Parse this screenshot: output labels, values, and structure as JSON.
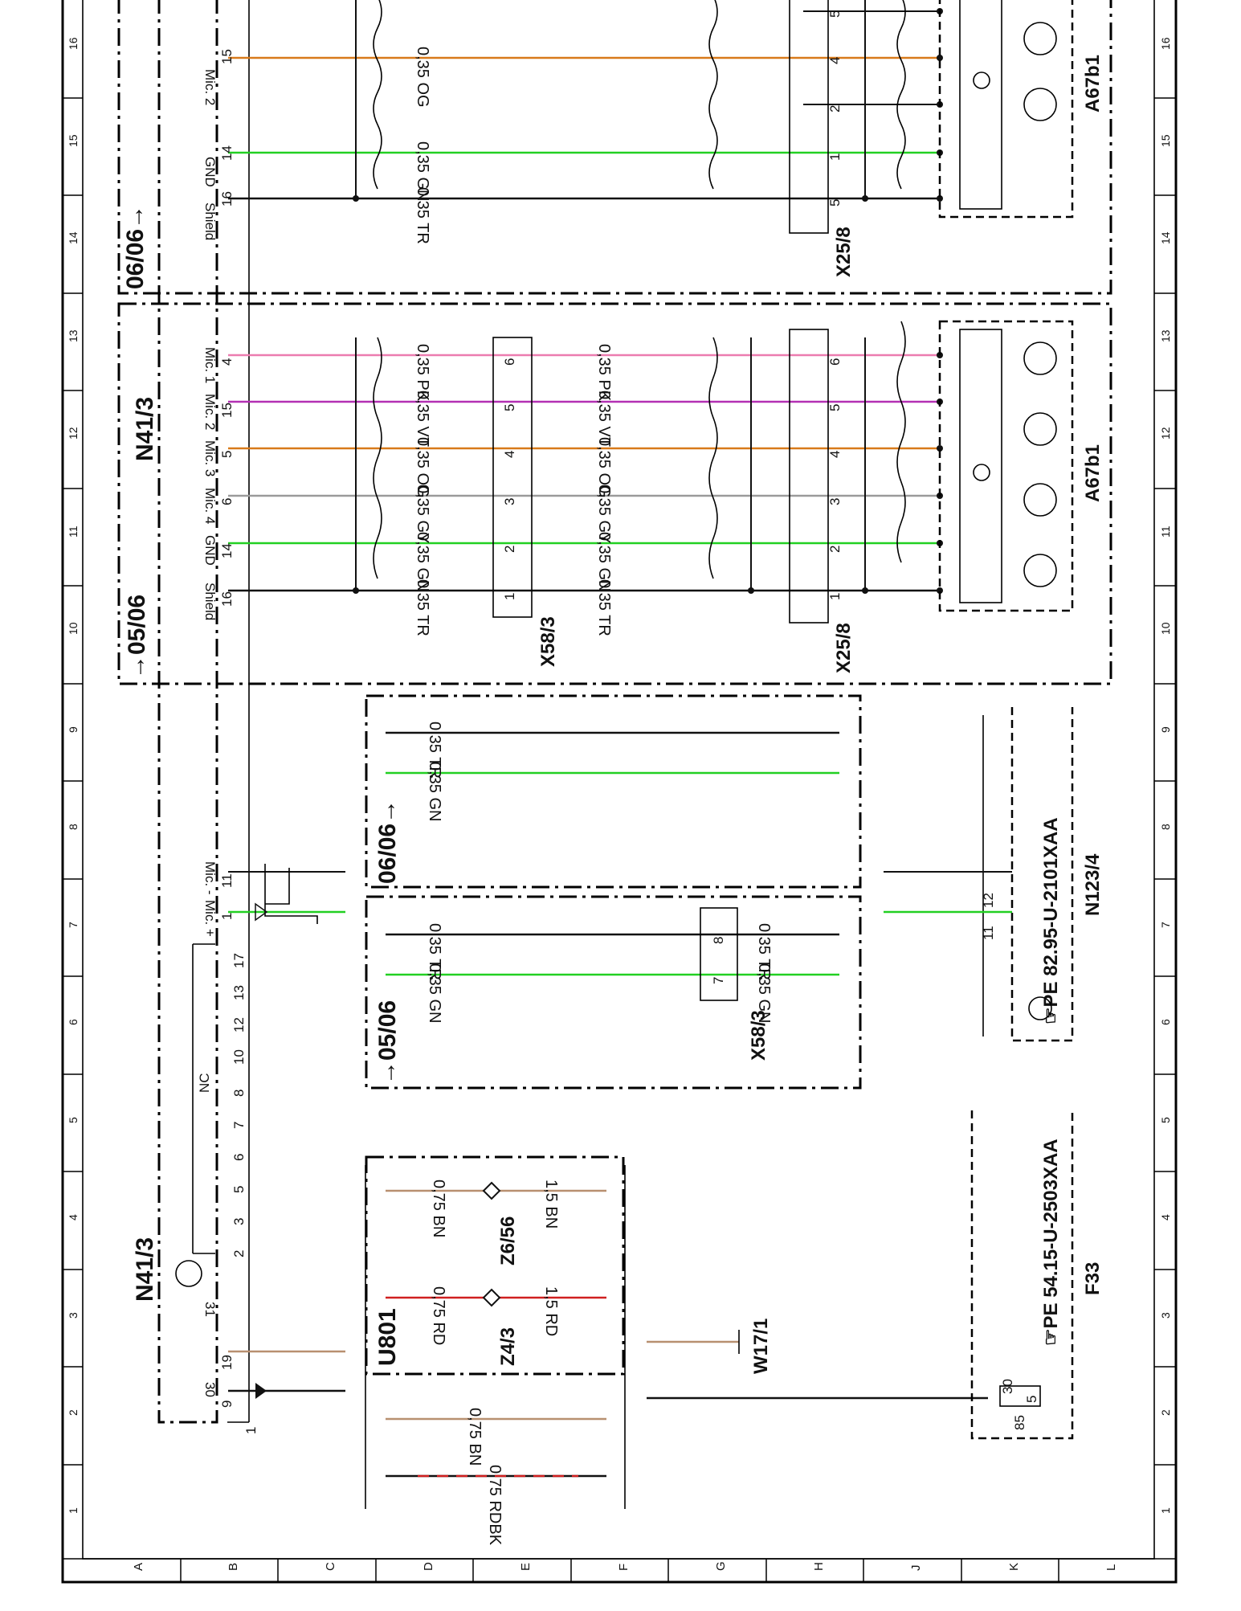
{
  "grid": {
    "rows": [
      "1",
      "2",
      "3",
      "4",
      "5",
      "6",
      "7",
      "8",
      "9",
      "10",
      "11",
      "12",
      "13",
      "14",
      "15",
      "16"
    ],
    "cols": [
      "A",
      "B",
      "C",
      "D",
      "E",
      "F",
      "G",
      "H",
      "J",
      "K",
      "L"
    ]
  },
  "sections": {
    "top_variant": "06/06→",
    "mid_variant": "→05/06"
  },
  "components": {
    "n41_3": "N41/3",
    "x25_8": "X25/8",
    "x58_3": "X58/3",
    "a67b1": "A67b1",
    "n123_4": "N123/4",
    "u801": "U801",
    "z6_56": "Z6/56",
    "z4_3": "Z4/3",
    "w17_1": "W17/1",
    "f33": "F33"
  },
  "n41_top": {
    "mic2_label": "Mic. 2",
    "gnd_label": "GND",
    "shield_label": "Shield",
    "mic2_pin": "15",
    "gnd_pin": "14",
    "shield_pin": "16",
    "mic2_wire": "0,35 OG",
    "gnd_wire": "0,35 GN",
    "shield_wire": "0,35 TR"
  },
  "x25_8_top": {
    "pins": [
      "4",
      "2",
      "1",
      "5",
      "5"
    ]
  },
  "n41_mid": {
    "rows": [
      {
        "label": "Mic. 1",
        "pin": "4",
        "wire": "0,35 PK",
        "x58": "6",
        "x25": "6"
      },
      {
        "label": "Mic. 2",
        "pin": "15",
        "wire": "0,35 VT",
        "x58": "5",
        "x25": "5"
      },
      {
        "label": "Mic. 3",
        "pin": "5",
        "wire": "0,35 OG",
        "x58": "4",
        "x25": "4"
      },
      {
        "label": "Mic. 4",
        "pin": "6",
        "wire": "0,35 GY",
        "x58": "3",
        "x25": "3"
      },
      {
        "label": "GND",
        "pin": "14",
        "wire": "0,35 GN",
        "x58": "2",
        "x25": "2"
      },
      {
        "label": "Shield",
        "pin": "16",
        "wire": "0,35 TR",
        "x58": "1",
        "x25": "1"
      }
    ]
  },
  "lower": {
    "mic_minus": "Mic. -",
    "mic_plus": "Mic. +",
    "pin_11": "11",
    "pin_1": "1",
    "nc": "NC",
    "nc_pins": [
      "17",
      "13",
      "12",
      "10",
      "8",
      "7",
      "6",
      "5",
      "3",
      "2"
    ],
    "terminal_31": "31",
    "terminal_30": "30",
    "pin_19": "19",
    "pin_9": "9",
    "harness_bn": "0,75 BN",
    "harness_rdbk": "0,75 RDBK"
  },
  "harness": {
    "top": [
      "0,35 TR",
      "0,35 GN"
    ],
    "bottom": [
      "0,35 TR",
      "0,35 GN"
    ],
    "x58_pins": [
      "8",
      "7"
    ]
  },
  "n123": {
    "pins": [
      "12",
      "11"
    ],
    "pe": "☞PE 82.95-U-2101XAA"
  },
  "u801": {
    "wire_bn_small": "0,75 BN",
    "wire_rd_small": "0,75 RD",
    "wire_bn_big": "1,5 BN",
    "wire_rd_big": "1,5 RD"
  },
  "f33": {
    "pin_30": "30",
    "pin_85": "85",
    "pin_5": "5",
    "pe": "☞PE 54.15-U-2503XAA"
  }
}
